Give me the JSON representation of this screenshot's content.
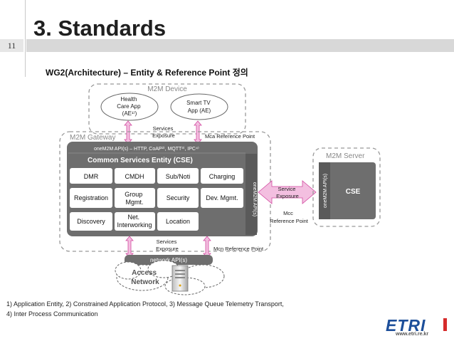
{
  "slide": {
    "title": "3. Standards",
    "page_number": "11",
    "subtitle": "WG2(Architecture) – Entity & Reference Point 정의"
  },
  "diagram": {
    "m2m_device": "M2M Device",
    "health_care_app": [
      "Health",
      "Care App",
      "(AE¹⁾)"
    ],
    "smart_tv_app": [
      "Smart TV",
      "App (AE)"
    ],
    "services_exposure_top": [
      "Services",
      "Exposure"
    ],
    "mca_ref": "Mca Reference Point",
    "m2m_gateway": "M2M Gateway",
    "oneM2M_api_bar": "oneM2M API(s) – HTTP, CoAP²⁾, MQTT³⁾, IPC⁴⁾",
    "cse_title": "Common Services Entity (CSE)",
    "modules": {
      "row1": [
        "DMR",
        "CMDH",
        "Sub/Noti",
        "Charging"
      ],
      "row2": [
        [
          "Registration"
        ],
        [
          "Group",
          "Mgmt."
        ],
        [
          "Security"
        ],
        [
          "Dev. Mgmt."
        ]
      ],
      "row3": [
        [
          "Discovery"
        ],
        [
          "Net.",
          "Interworking"
        ],
        [
          "Location"
        ]
      ]
    },
    "gateway_side_api": "oneM2M API(s)",
    "service_exposure_mid": [
      "Service",
      "Exposure"
    ],
    "mcc_ref": [
      "Mcc",
      "Reference Point"
    ],
    "m2m_server": "M2M Server",
    "server_side_api": "oneM2M API(s)",
    "server_cse": "CSE",
    "services_exposure_bottom": [
      "Services",
      "Exposure"
    ],
    "mcn_ref": "Mcn Reference Point",
    "network_api": "network API(s)",
    "access_network": [
      "Access",
      "Network"
    ]
  },
  "footnote": {
    "line1": "1) Application Entity, 2) Constrained Application Protocol, 3) Message Queue Telemetry Transport,",
    "line2": "4) Inter Process Communication"
  },
  "logo": {
    "text": "ETRI",
    "url": "www.etri.re.kr",
    "colors": {
      "brand_blue": "#1d4f9a",
      "brand_red": "#d62b2b"
    }
  },
  "colors": {
    "dark_block": "#6e6e6e",
    "module_fill": "#ffffff",
    "arrow_fill": "#f3bfe0",
    "arrow_stroke": "#d24aa0",
    "dashed": "#999999"
  }
}
